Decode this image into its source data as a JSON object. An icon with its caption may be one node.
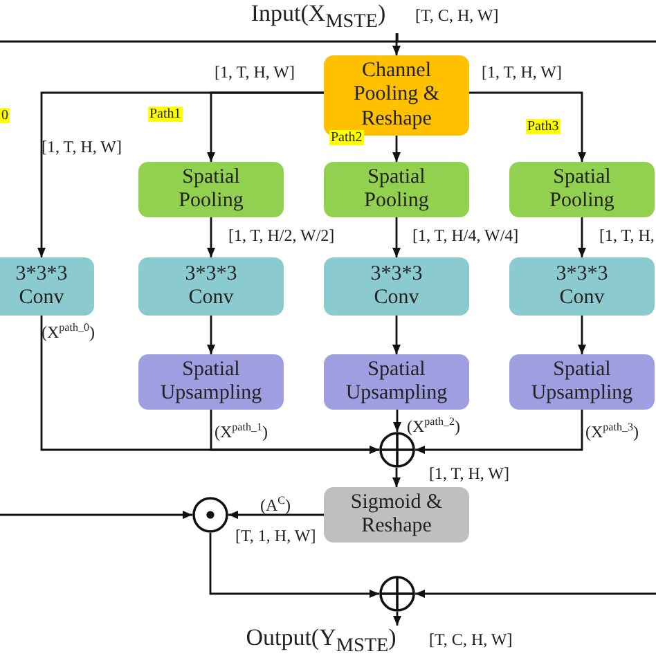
{
  "diagram": {
    "nodes": [
      {
        "text": [
          "Input(X$_{MSTE}$)"
        ]
      },
      {
        "text": [
          "Channel Pooling & Reshape"
        ]
      },
      {
        "text": [
          "3*3*3 Conv"
        ]
      },
      {
        "text": [
          "Spatial Pooling"
        ]
      },
      {
        "text": [
          "Spatial Pooling"
        ]
      },
      {
        "text": [
          "Spatial Pooling"
        ]
      },
      {
        "text": [
          "3*3*3 Conv"
        ]
      },
      {
        "text": [
          "3*3*3 Conv"
        ]
      },
      {
        "text": [
          "3*3*3 Conv"
        ]
      },
      {
        "text": [
          "Spatial Upsampling"
        ]
      },
      {
        "text": [
          "Spatial Upsampling"
        ]
      },
      {
        "text": [
          "Spatial Upsampling"
        ]
      },
      {
        "text": [],
        "shape": "circle"
      },
      {
        "text": [
          "Sigmoid & Reshape"
        ]
      },
      {
        "text": [],
        "shape": "circle"
      },
      {
        "text": [],
        "shape": "circle"
      },
      {
        "text": [
          "Output(Y$_{MSTE}$)"
        ]
      }
    ],
    "edges": [
      {
        "from": 0,
        "to": 1,
        "arrow": "to"
      },
      {
        "from": 0,
        "to": 14,
        "arrow": "to"
      },
      {
        "from": 0,
        "to": 15,
        "arrow": "to"
      },
      {
        "from": 1,
        "to": 2,
        "arrow": "to"
      },
      {
        "from": 1,
        "to": 3,
        "arrow": "to"
      },
      {
        "from": 1,
        "to": 4,
        "arrow": "to"
      },
      {
        "from": 1,
        "to": 5,
        "arrow": "to"
      },
      {
        "from": 3,
        "to": 6,
        "arrow": "to"
      },
      {
        "from": 4,
        "to": 7,
        "arrow": "to"
      },
      {
        "from": 5,
        "to": 8,
        "arrow": "to"
      },
      {
        "from": 6,
        "to": 9,
        "arrow": "to"
      },
      {
        "from": 7,
        "to": 10,
        "arrow": "to"
      },
      {
        "from": 8,
        "to": 11,
        "arrow": "to"
      },
      {
        "from": 2,
        "to": 12,
        "arrow": "to"
      },
      {
        "from": 9,
        "to": 12,
        "arrow": "to"
      },
      {
        "from": 10,
        "to": 12,
        "arrow": "to"
      },
      {
        "from": 11,
        "to": 12,
        "arrow": "to"
      },
      {
        "from": 12,
        "to": 13,
        "arrow": "to"
      },
      {
        "from": 13,
        "to": 14,
        "arrow": "to"
      },
      {
        "from": 14,
        "to": 15,
        "arrow": "to"
      },
      {
        "from": 15,
        "to": 16,
        "arrow": "to"
      }
    ],
    "labels": [
      "[T, C, H, W]",
      "[1, T, H, W]",
      "[1, T, H, W]",
      "0",
      "Path1",
      "Path2",
      "Path3",
      "[1, T, H, W]",
      "[1, T, H/2, W/2]",
      "[1, T, H/4, W/4]",
      "[1, T, H,",
      "(X$^{path_0}$)",
      "(X$^{path_1}$)",
      "(X$^{path_2}$)",
      "(X$^{path_3}$)",
      "[1, T, H, W]",
      "(A$^{C}$)",
      "[T, 1, H, W]",
      "[T, C, H, W]"
    ]
  }
}
